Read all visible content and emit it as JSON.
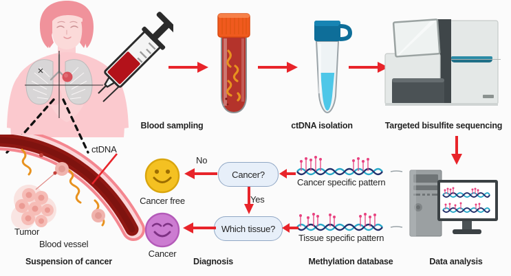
{
  "figure": {
    "background_color": "#fbfbfb",
    "arrow_color": "#e8242a",
    "text_color": "#232323"
  },
  "steps": [
    {
      "id": "blood-sampling",
      "label": "Blood sampling"
    },
    {
      "id": "ctdna-isolation",
      "label": "ctDNA isolation"
    },
    {
      "id": "targeted-bisulfite-sequencing",
      "label": "Targeted bisulfite sequencing"
    },
    {
      "id": "data-analysis",
      "label": "Data analysis"
    },
    {
      "id": "methylation-database",
      "label": "Methylation database"
    },
    {
      "id": "diagnosis",
      "label": "Diagnosis"
    },
    {
      "id": "suspension-of-cancer",
      "label": "Suspension of cancer"
    }
  ],
  "patient": {
    "callout_labels": {
      "ctdna": "ctDNA",
      "tumor": "Tumor",
      "blood_vessel": "Blood vessel"
    }
  },
  "methylation": {
    "patterns": [
      {
        "id": "cancer-specific",
        "label": "Cancer specific pattern"
      },
      {
        "id": "tissue-specific",
        "label": "Tissue specific pattern"
      }
    ]
  },
  "decision": {
    "nodes": [
      {
        "id": "cancer-question",
        "label": "Cancer?"
      },
      {
        "id": "which-tissue-question",
        "label": "Which tissue?"
      }
    ],
    "edges": [
      {
        "id": "no-edge",
        "label": "No"
      },
      {
        "id": "yes-edge",
        "label": "Yes"
      }
    ],
    "outcomes": [
      {
        "id": "cancer-free",
        "label": "Cancer free",
        "face": "smiley-open-eyes",
        "color": "#f4c122"
      },
      {
        "id": "cancer",
        "label": "Cancer",
        "face": "smiley-closed-eyes",
        "color": "#cc7cd1"
      }
    ]
  },
  "colors": {
    "blood_red": "#a8201c",
    "vessel_pink": "#f4868f",
    "ctdna_orange": "#e8921f",
    "tube_cap_orange": "#f05a1e",
    "tube_cap_blue": "#0b6d96",
    "tube_liquid_cyan": "#4ec7e8",
    "skin_pink": "#f8bfc4",
    "dna_teal": "#2aa9c9",
    "dna_navy": "#23306b",
    "methyl_pink": "#e8427f",
    "device_light": "#e3e7e6",
    "device_dark": "#3c4346",
    "decision_fill": "#e7eff9",
    "decision_stroke": "#8fa6c4"
  }
}
